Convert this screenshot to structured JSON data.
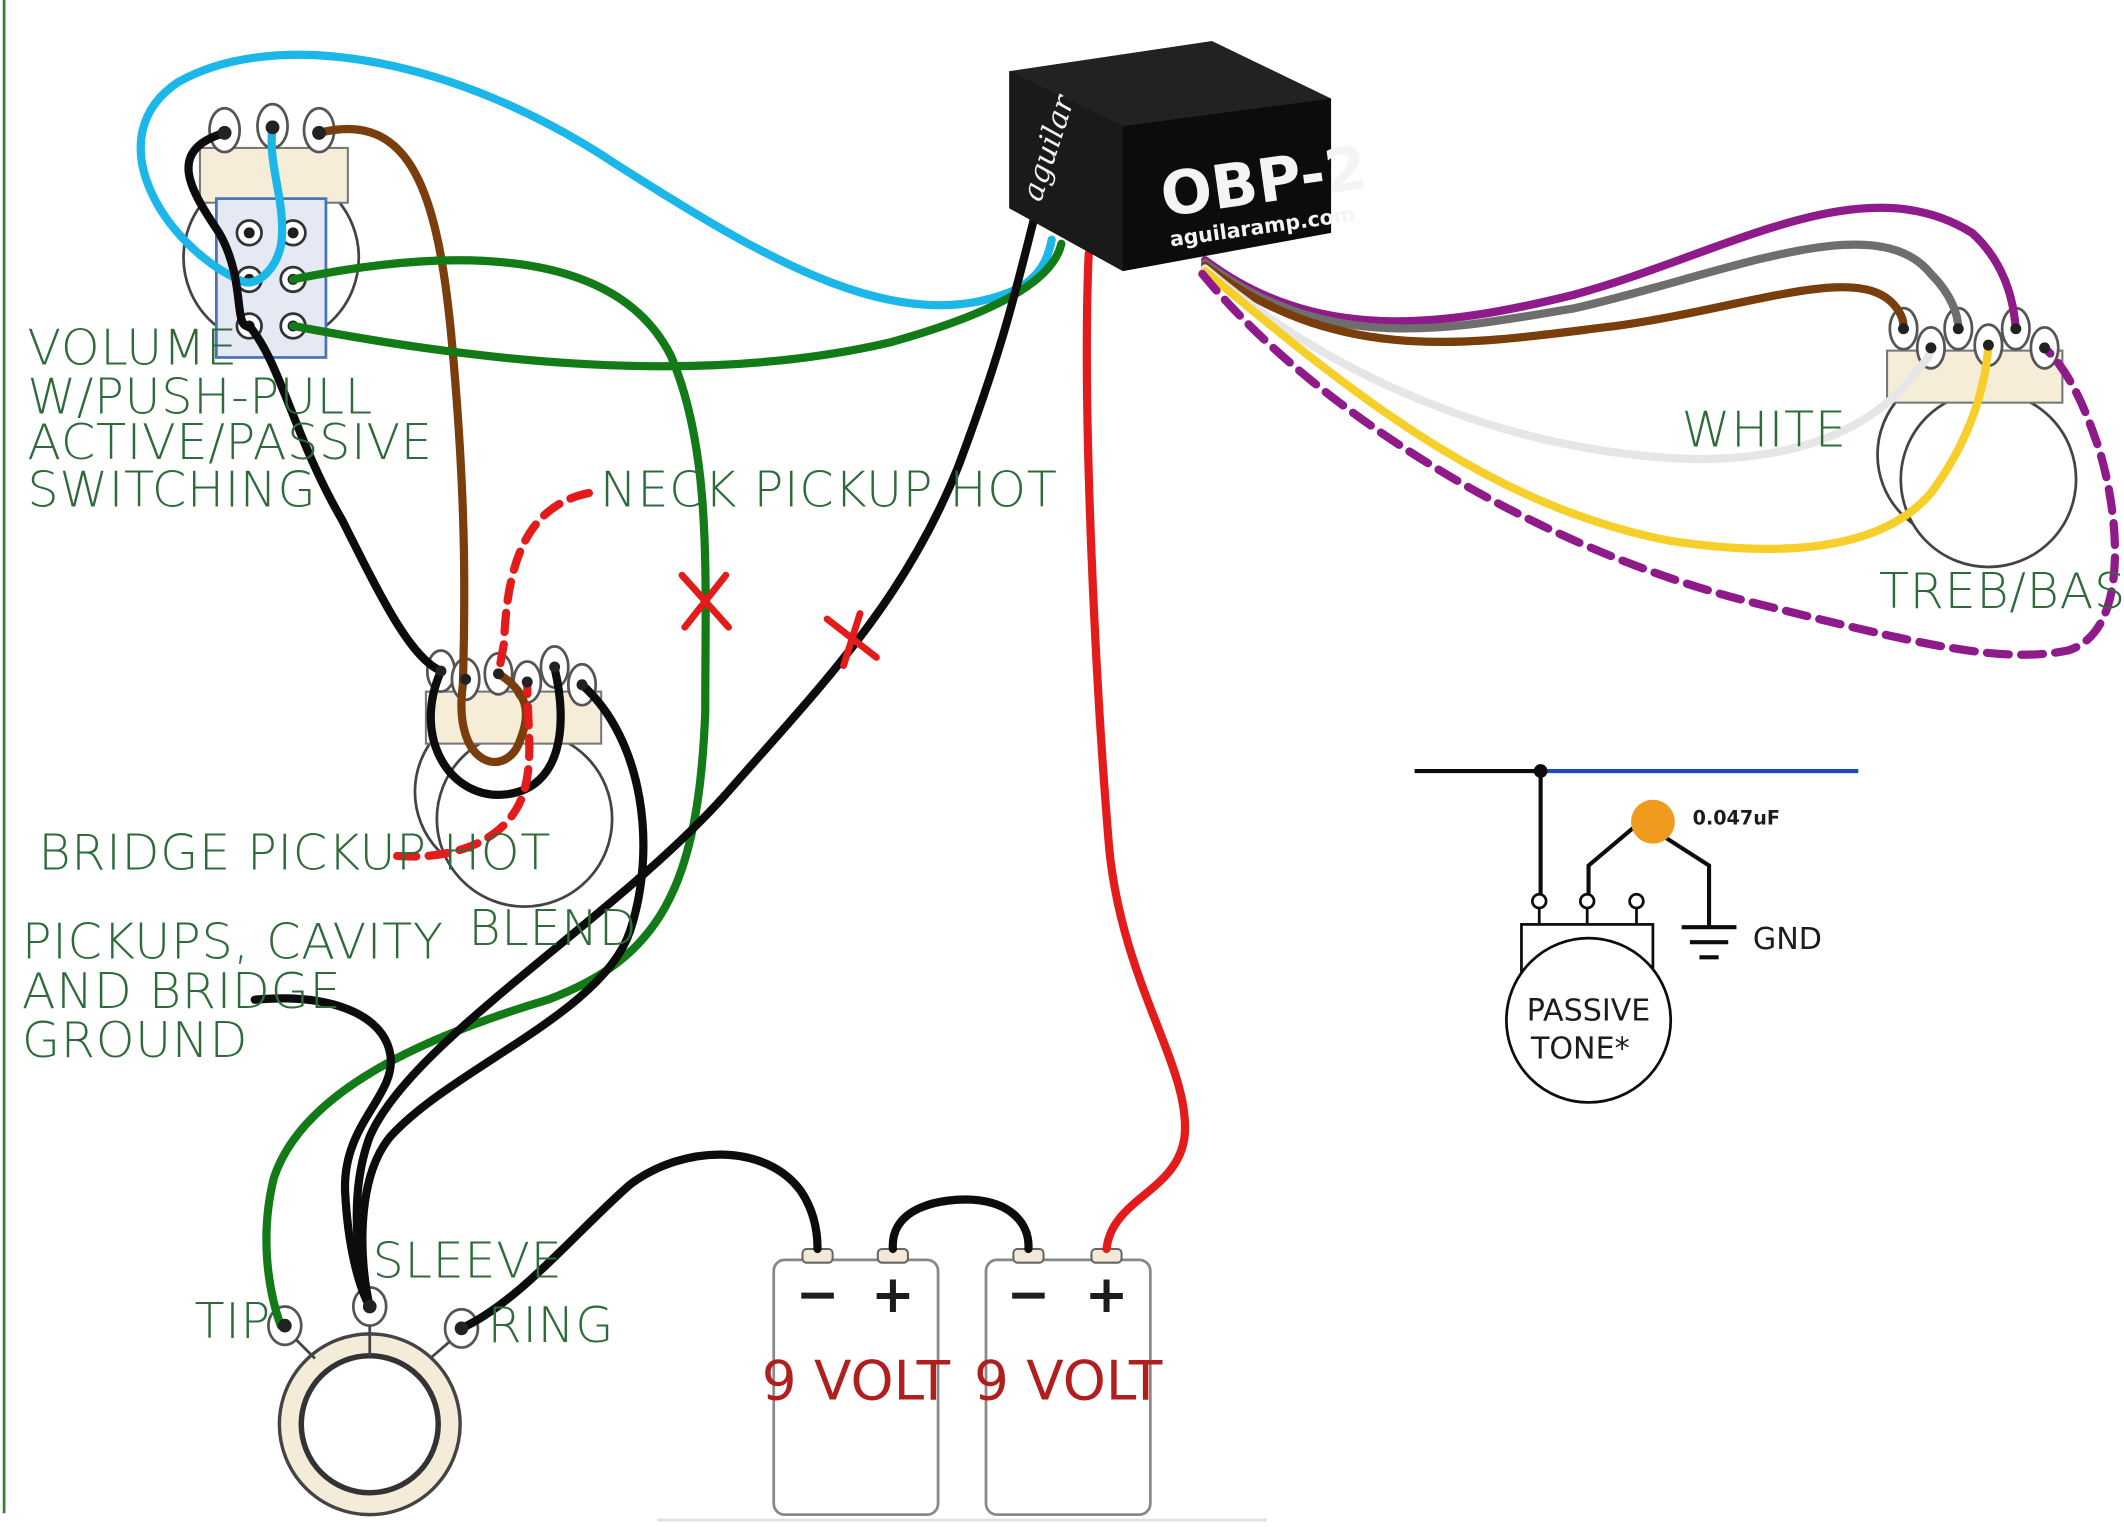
{
  "labels": {
    "volume": [
      "VOLUME",
      "W/PUSH-PULL",
      "ACTIVE/PASSIVE",
      "SWITCHING"
    ],
    "neck_pickup_hot": "NECK PICKUP HOT",
    "bridge_pickup_hot": "BRIDGE PICKUP HOT",
    "blend": "BLEND",
    "ground": [
      "PICKUPS, CAVITY",
      "AND BRIDGE",
      "GROUND"
    ],
    "sleeve": "SLEEVE",
    "tip": "TIP",
    "ring": "RING",
    "white": "WHITE",
    "treb_bass": "TREB/BASS",
    "gnd": "GND",
    "capacitor": "0.047uF",
    "passive_tone": [
      "PASSIVE",
      "TONE*"
    ]
  },
  "preamp": {
    "brand": "aguilar",
    "model": "OBP-2",
    "url": "aguilaramp.com"
  },
  "batteries": [
    {
      "label": "9 VOLT",
      "neg": "−",
      "pos": "+"
    },
    {
      "label": "9 VOLT",
      "neg": "−",
      "pos": "+"
    }
  ],
  "colors": {
    "cyan": "#1ab7e8",
    "brown": "#7a3d0c",
    "green": "#127a16",
    "black": "#0c0c0c",
    "red": "#e31b1b",
    "purple": "#8f1a8a",
    "gray": "#6e6e6e",
    "white_wire": "#e6e6e6",
    "yellow": "#f7cf2a",
    "blue": "#1b4bb5",
    "label": "#2f6b3a",
    "cap": "#f09a1e"
  }
}
